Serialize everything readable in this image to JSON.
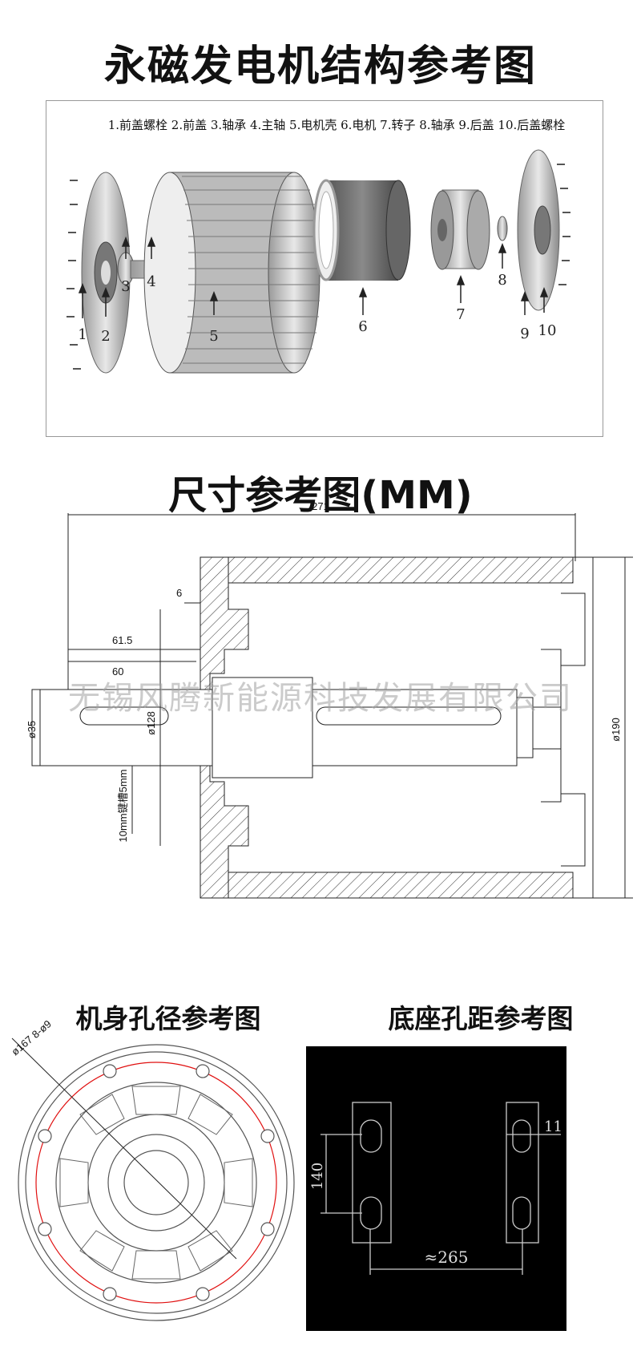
{
  "titles": {
    "structure": "永磁发电机结构参考图",
    "dimensions": "尺寸参考图(MM)",
    "body_holes": "机身孔径参考图",
    "base_holes": "底座孔距参考图"
  },
  "legend": "1.前盖螺栓 2.前盖 3.轴承 4.主轴 5.电机壳 6.电机 7.转子 8.轴承 9.后盖 10.后盖螺栓",
  "part_numbers": [
    "1",
    "2",
    "3",
    "4",
    "5",
    "6",
    "7",
    "8",
    "9",
    "10"
  ],
  "dimensions": {
    "overall_length": "271",
    "d6": "6",
    "d61_5": "61.5",
    "d60": "60",
    "shaft_dia": "ø35",
    "flange_dia": "ø128",
    "body_dia": "ø190",
    "key": "10mm键槽5mm"
  },
  "body_holes": {
    "label": "ø167 8-ø9"
  },
  "base_holes": {
    "spacing": "140",
    "width": "11",
    "distance": "≈265"
  },
  "watermark": "无锡风腾新能源科技发展有限公司",
  "colors": {
    "bolt_circle": "#e01010",
    "base_bg": "#000000",
    "hatch": "#333333"
  }
}
